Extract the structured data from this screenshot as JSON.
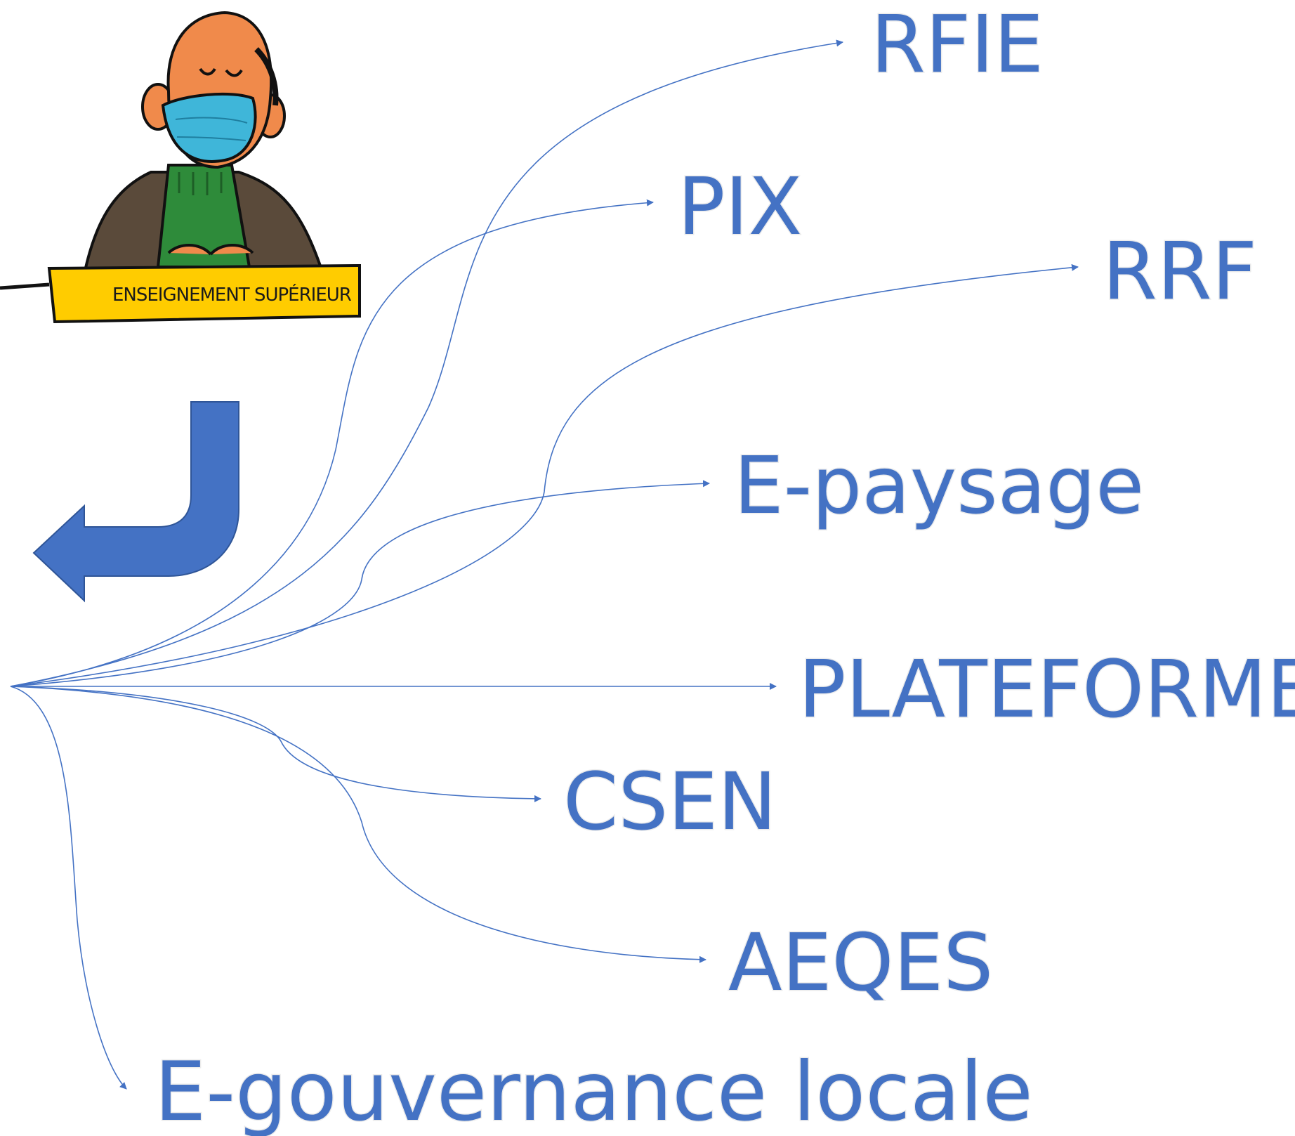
{
  "plaque": {
    "text": "ENSEIGNEMENT SUPÉRIEUR"
  },
  "labels": {
    "rfie": "RFIE",
    "pix": "PIX",
    "rrf": "RRF",
    "epaysage": "E-paysage",
    "plateforme": "PLATEFORME",
    "csen": "CSEN",
    "aeqes": "AEQES",
    "egouvernance": "E-gouvernance locale"
  },
  "colors": {
    "accent": "#4472C4",
    "plaque": "#FFCC00",
    "face": "#F08A4B",
    "mask": "#3FB6D9",
    "sweater": "#2E8B3A",
    "jacket": "#5A4A3A"
  },
  "icons": {
    "return_arrow": "arrow-return-left-icon",
    "character": "masked-teacher-illustration"
  }
}
